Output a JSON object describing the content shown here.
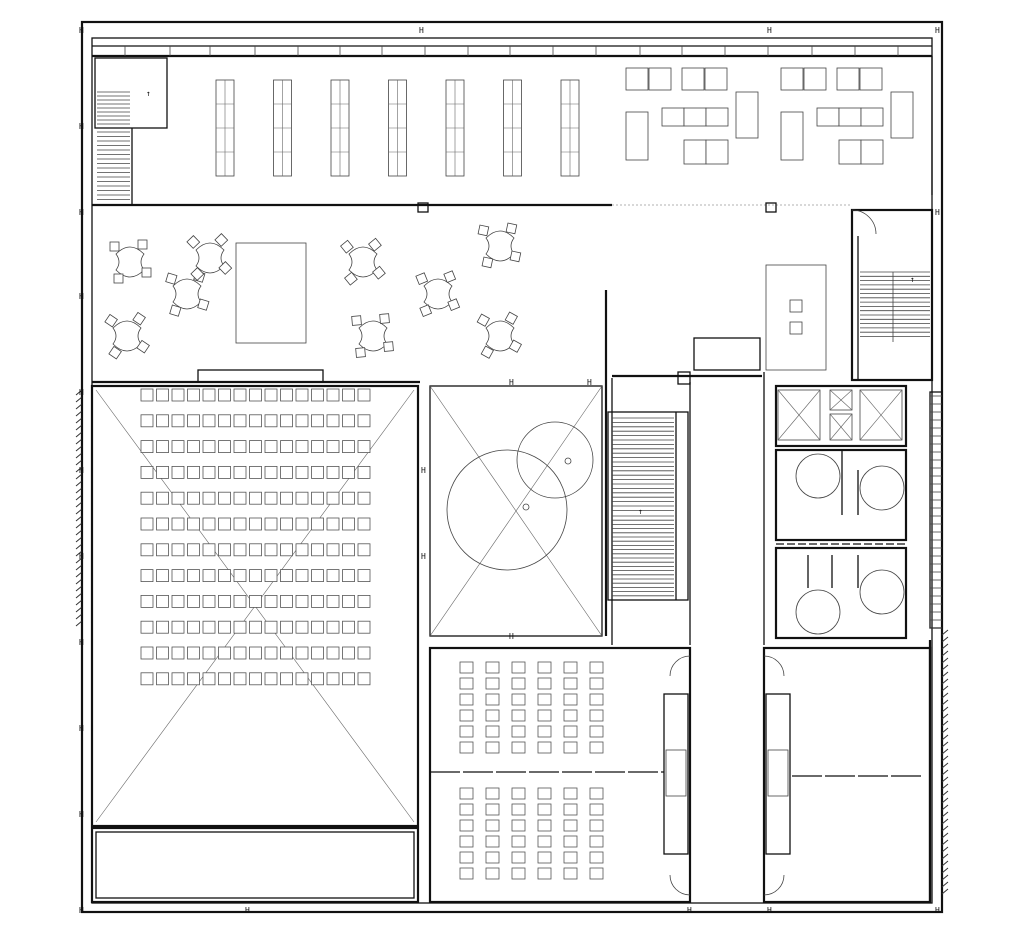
{
  "drawing": {
    "kind": "architectural-floor-plan",
    "line_color": "#111111",
    "background": "#ffffff"
  },
  "rooms": [
    {
      "id": "reading-room",
      "furniture": "bookshelf-rows-and-lounge-seating",
      "shelf_stacks": 7,
      "sofa_groups": 2
    },
    {
      "id": "study-lounge",
      "furniture": "round-tables-with-chairs",
      "table_groups": 9
    },
    {
      "id": "auditorium",
      "seat_rows": 12,
      "seats_per_row": 15
    },
    {
      "id": "atrium-void"
    },
    {
      "id": "main-stair"
    },
    {
      "id": "stair-core-east"
    },
    {
      "id": "elevator-lobby",
      "elevators": 4
    },
    {
      "id": "restrooms",
      "compartments": 2
    },
    {
      "id": "classroom-north",
      "desk_rows": 6,
      "desk_columns": 6
    },
    {
      "id": "classroom-south",
      "desk_rows": 6,
      "desk_columns": 6
    },
    {
      "id": "seminar-room-east"
    },
    {
      "id": "stage-storage"
    }
  ],
  "glyphs": {
    "wall_marker": "H",
    "stair_arrow": "↑"
  }
}
